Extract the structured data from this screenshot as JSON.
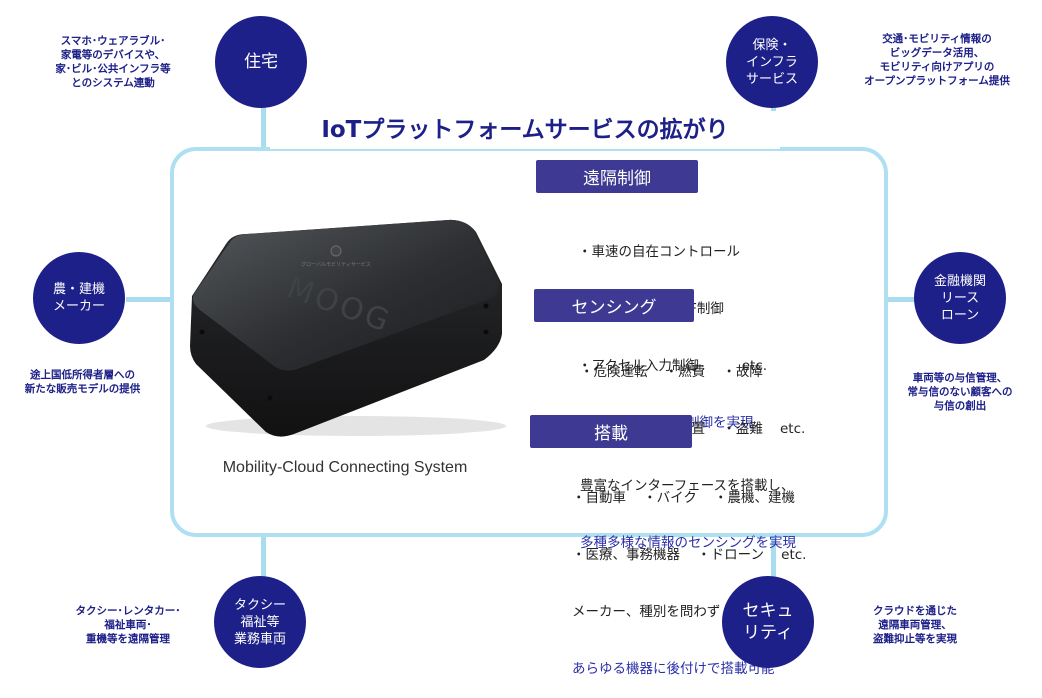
{
  "title": "IoTプラットフォームサービスの拡がり",
  "device_caption": "Mobility-Cloud Connecting System",
  "device_text": {
    "brand": "MOOG",
    "small_label": "グローバルモビリティサービス"
  },
  "colors": {
    "navy": "#1d2088",
    "header": "#3e3a94",
    "frame": "#aee0f2",
    "highlight": "#2b2fa8"
  },
  "nodes": {
    "housing": "住宅",
    "insurance": "保険・\nインフラ\nサービス",
    "agri": "農・建機\nメーカー",
    "finance": "金融機関\nリース\nローン",
    "taxi": "タクシー\n福祉等\n業務車両",
    "security": "セキュ\nリティ"
  },
  "notes": {
    "housing": "スマホ･ウェアラブル･\n家電等のデバイスや、\n家･ビル･公共インフラ等\nとのシステム連動",
    "insurance": "交通･モビリティ情報の\nビッグデータ活用、\nモビリティ向けアプリの\nオープンプラットフォーム提供",
    "agri": "途上国低所得者層への\n新たな販売モデルの提供",
    "finance": "車両等の与信管理、\n常与信のない顧客への\n与信の創出",
    "taxi": "タクシー･レンタカー･\n福祉車両･\n重機等を遠隔管理",
    "security": "クラウドを通じた\n遠隔車両管理、\n盗難抑止等を実現"
  },
  "sections": [
    {
      "header": "遠隔制御",
      "lines": [
        "・車速の自在コントロール",
        "・エンジンON/OFF制御",
        "・アクセル入力制御          etc."
      ],
      "highlight": "安全かつ多機能な制御を実現"
    },
    {
      "header": "センシング",
      "lines": [
        "・危険運転    ・燃費    ・故障",
        "・運転経路    ・位置    ・盗難    etc.",
        "豊富なインターフェースを搭載し、"
      ],
      "highlight": "多種多様な情報のセンシングを実現"
    },
    {
      "header": "搭載",
      "lines": [
        "・自動車    ・バイク    ・農機、建機",
        "・医療、事務機器    ・ドローン    etc.",
        "メーカー、種別を問わず"
      ],
      "highlight": "あらゆる機器に後付けで搭載可能"
    }
  ]
}
